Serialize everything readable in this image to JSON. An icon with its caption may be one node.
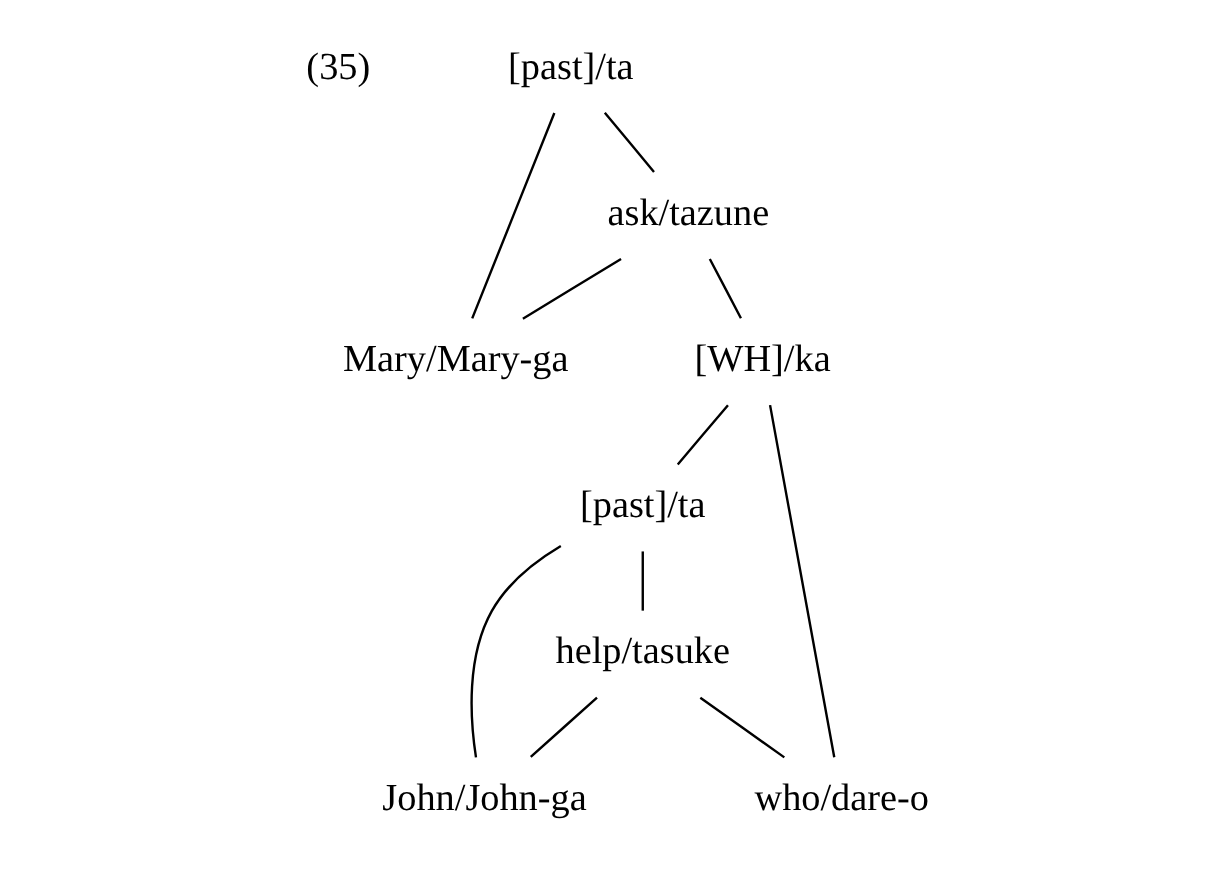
{
  "diagram": {
    "nodes": [
      {
        "text": [
          "[past]/ta"
        ]
      },
      {
        "text": [
          "ask/tazune"
        ]
      },
      {
        "text": [
          "Mary/Mary-ga"
        ]
      },
      {
        "text": [
          "[WH]/ka"
        ]
      },
      {
        "text": [
          "[past]/ta"
        ]
      },
      {
        "text": [
          "help/tasuke"
        ]
      },
      {
        "text": [
          "John/John-ga"
        ]
      },
      {
        "text": [
          "who/dare-o"
        ]
      }
    ],
    "edges": [
      {
        "from": 0,
        "to": 1,
        "arrow": "none"
      },
      {
        "from": 0,
        "to": 2,
        "arrow": "none"
      },
      {
        "from": 1,
        "to": 2,
        "arrow": "none"
      },
      {
        "from": 1,
        "to": 3,
        "arrow": "none"
      },
      {
        "from": 3,
        "to": 4,
        "arrow": "none"
      },
      {
        "from": 3,
        "to": 7,
        "arrow": "none"
      },
      {
        "from": 4,
        "to": 5,
        "arrow": "none"
      },
      {
        "from": 4,
        "to": 6,
        "arrow": "none"
      },
      {
        "from": 5,
        "to": 6,
        "arrow": "none"
      },
      {
        "from": 5,
        "to": 7,
        "arrow": "none"
      }
    ],
    "labels": [
      "(35)"
    ]
  }
}
